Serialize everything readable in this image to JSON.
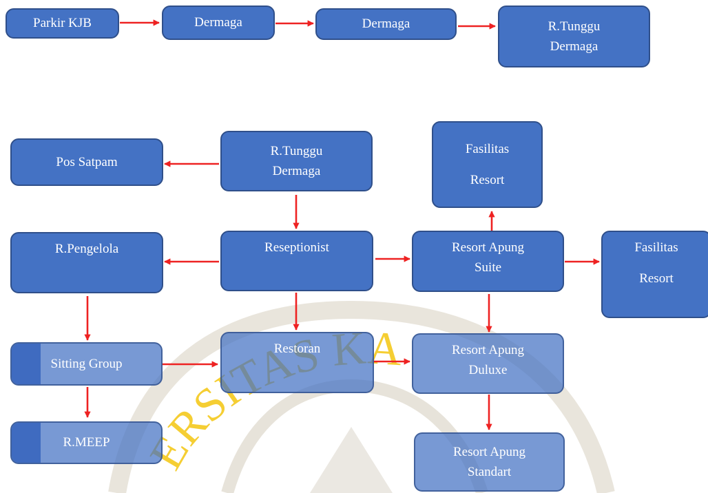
{
  "row1": {
    "parkir": "Parkir KJB",
    "dermaga1": "Dermaga",
    "dermaga2": "Dermaga",
    "tunggu": [
      "R.Tunggu",
      "Dermaga"
    ]
  },
  "nodes": {
    "pos_satpam": "Pos Satpam",
    "tunggu": [
      "R.Tunggu",
      "Dermaga"
    ],
    "fasilitas_top": [
      "Fasilitas",
      "Resort"
    ],
    "pengelola": "R.Pengelola",
    "reseptionist": "Reseptionist",
    "suite": [
      "Resort Apung",
      "Suite"
    ],
    "fasilitas_right": [
      "Fasilitas",
      "Resort"
    ],
    "sitting": "Sitting Group",
    "restoran": "Restoran",
    "duluxe": [
      "Resort Apung",
      "Duluxe"
    ],
    "meep": "R.MEEP",
    "standart": [
      "Resort Apung",
      "Standart"
    ]
  },
  "watermark": {
    "text": "ERSITAS KA"
  },
  "colors": {
    "box": "#4472c4",
    "border": "#2f4f8a",
    "arrow": "#ee2222",
    "watermark": "#f2c200"
  }
}
